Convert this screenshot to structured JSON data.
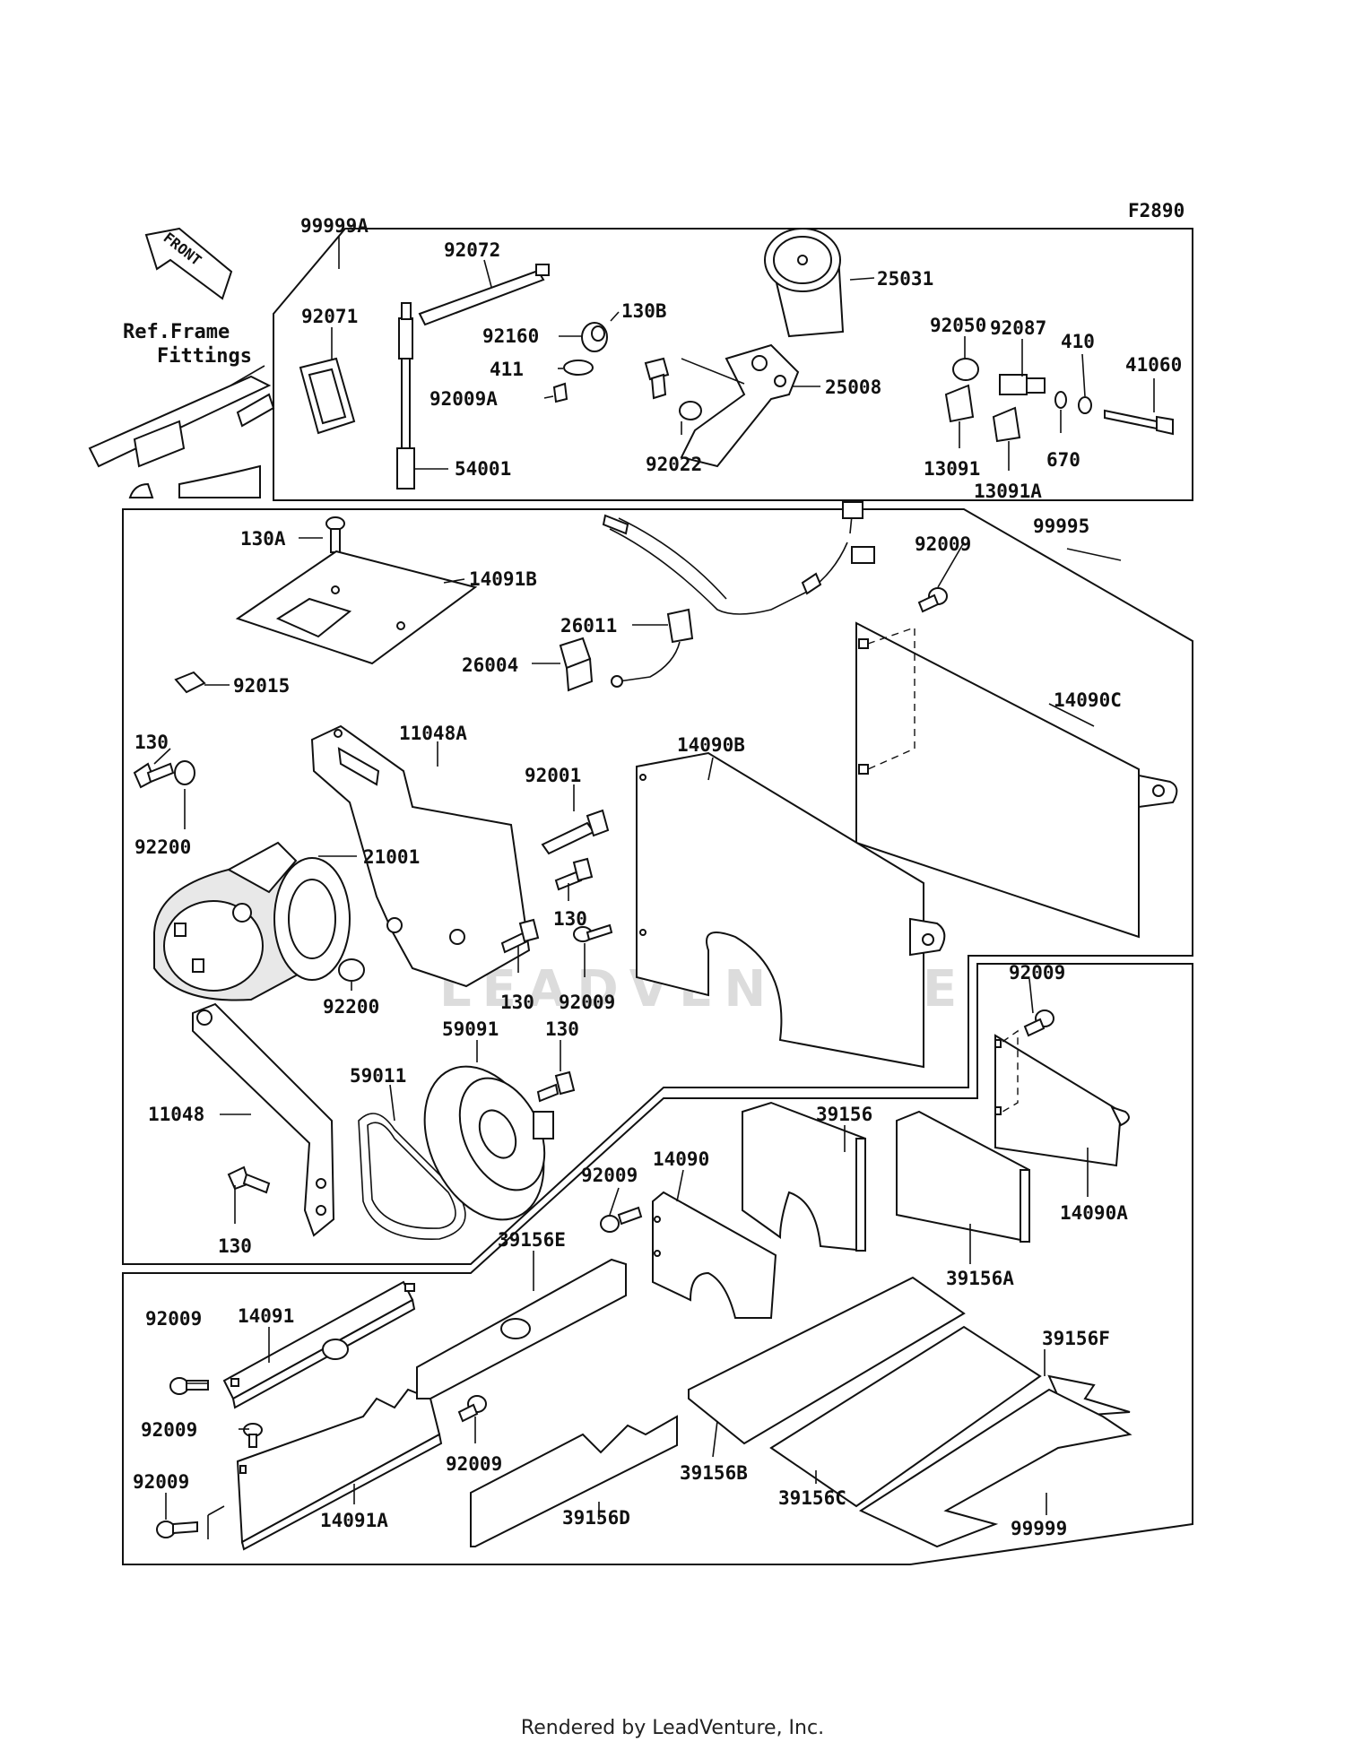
{
  "diagram_code": "F2890",
  "front_arrow": "FRONT",
  "ref_note": [
    "Ref.Frame",
    "Fittings"
  ],
  "watermark": "LEADVENTURE",
  "footer": "Rendered by LeadVenture, Inc.",
  "labels": [
    "99999A",
    "92072",
    "25031",
    "92071",
    "92160",
    "130B",
    "92050",
    "92087",
    "410",
    "41060",
    "411",
    "25008",
    "92009A",
    "670",
    "13091",
    "54001",
    "92022",
    "13091A",
    "130A",
    "14091B",
    "99995",
    "92009",
    "26011",
    "26004",
    "14090C",
    "92015",
    "11048A",
    "14090B",
    "130",
    "92001",
    "92200",
    "21001",
    "130",
    "130",
    "92009",
    "92200",
    "59091",
    "130",
    "92009",
    "59011",
    "11048",
    "39156",
    "92009",
    "14090",
    "14090A",
    "130",
    "39156E",
    "39156A",
    "92009",
    "14091",
    "39156F",
    "92009",
    "92009",
    "39156B",
    "92009",
    "14091A",
    "39156D",
    "39156C",
    "99999"
  ]
}
